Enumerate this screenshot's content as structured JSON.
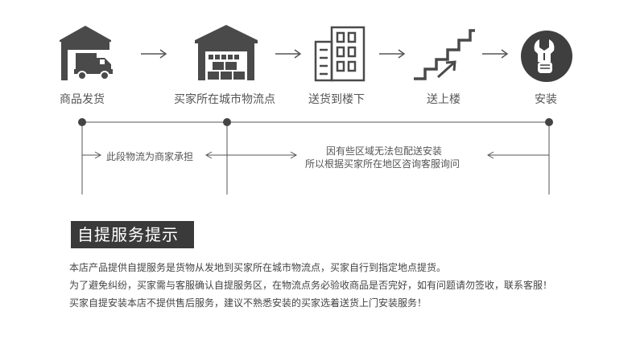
{
  "flow": {
    "steps": [
      {
        "label": "商品发货",
        "icon": "warehouse-truck-icon"
      },
      {
        "label": "买家所在城市物流点",
        "icon": "warehouse-boxes-icon"
      },
      {
        "label": "送货到楼下",
        "icon": "building-icon"
      },
      {
        "label": "送上楼",
        "icon": "stairs-up-icon"
      },
      {
        "label": "安装",
        "icon": "wrench-icon"
      }
    ]
  },
  "timeline": {
    "note_left": "此段物流为商家承担",
    "note_right_line1": "因有些区域无法包配送安装",
    "note_right_line2": "所以根据买家所在地区咨询客服询问"
  },
  "notice": {
    "title": "自提服务提示",
    "lines": [
      "本店产品提供自提服务是货物从发地到买家所在城市物流点，买家自行到指定地点提货。",
      "为了避免纠纷，买家需与客服确认自提服务区，在物流点务必验收商品是否完好，如有问题请勿签收，联系客服！",
      "买家自提安装本店不提供售后服务，建议不熟悉安装的买家选着送货上门安装服务！"
    ]
  },
  "colors": {
    "icon": "#4a4a4a",
    "line": "#555555",
    "title_bg": "#3a3a3a"
  }
}
